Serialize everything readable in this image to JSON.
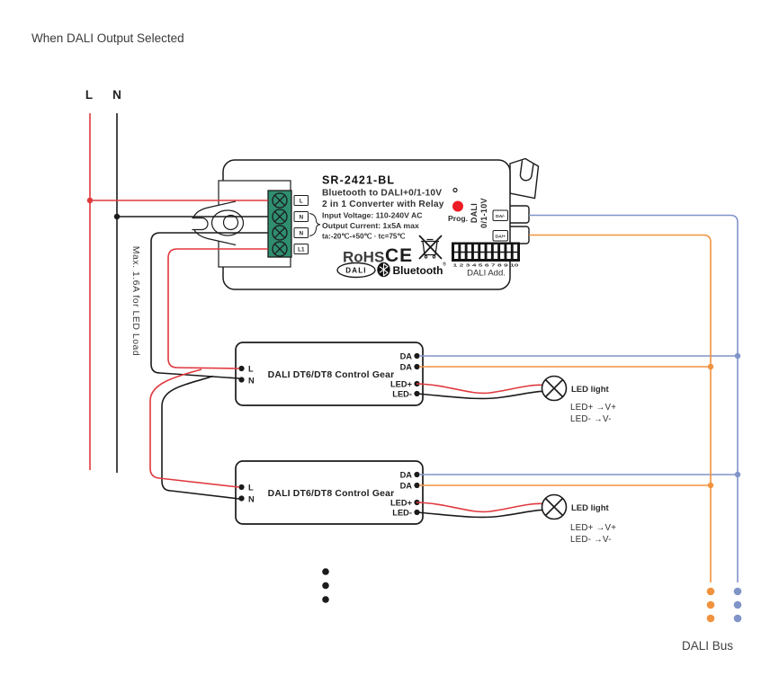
{
  "title": "When DALI Output Selected",
  "mains": {
    "line_label": "L",
    "neutral_label": "N"
  },
  "notes": {
    "max_load": "Max. 1.6A for LED Load",
    "bus_label": "DALI Bus"
  },
  "device": {
    "model": "SR-2421-BL",
    "description": [
      "Bluetooth to DALI+0/1-10V",
      "2 in 1 Converter with Relay"
    ],
    "specs": [
      "Input Voltage: 110-240V AC",
      "Output Current: 1x5A max",
      "ta:-20℃-+50℃ · tc=75℃"
    ],
    "terminal_labels": [
      "L",
      "N",
      "N",
      "L1"
    ],
    "prog_label": "Prog.",
    "output_mode": [
      "DALI",
      "0/1-10V"
    ],
    "da_ports": [
      "DA/-",
      "DA/+"
    ],
    "dip_numbers": "1 2 3 4 5 6 7 8 9 10",
    "dip_label": "DALI Add.",
    "marks": {
      "rohs": "RoHS",
      "ce": "CE",
      "dali_logo": "DALI",
      "bluetooth": "Bluetooth",
      "registered": "®"
    }
  },
  "control_gear": {
    "title": "DALI DT6/DT8 Control Gear",
    "l_label": "L",
    "n_label": "N",
    "da1_label": "DA",
    "da2_label": "DA",
    "led_plus_label": "LED+",
    "led_minus_label": "LED-"
  },
  "led_light": {
    "label": "LED light",
    "wiring_plus": "LED+ →V+",
    "wiring_minus": "LED- →V-"
  },
  "colors": {
    "wire_red": "#e0393e",
    "wire_black": "#1b1b1b",
    "wire_blue": "#8094c8",
    "wire_orange": "#f0923e",
    "terminal_green": "#2f8d70",
    "button_red": "#ed1c24"
  }
}
